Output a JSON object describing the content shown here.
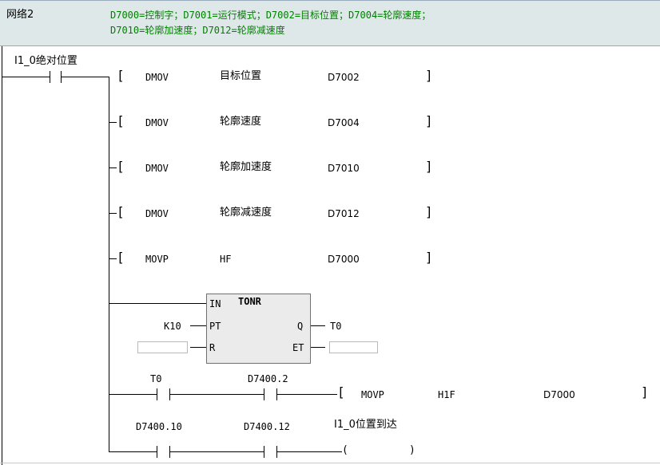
{
  "header": {
    "network_label": "网络2",
    "comment_line1": "D7000=控制字；D7001=运行模式；D7002=目标位置；D7004=轮廓速度；",
    "comment_line2": "D7010=轮廓加速度；D7012=轮廓减速度"
  },
  "rung": {
    "input_contact": "I1_0绝对位置",
    "instructions": [
      {
        "op": "DMOV",
        "src": "目标位置",
        "dst": "D7002"
      },
      {
        "op": "DMOV",
        "src": "轮廓速度",
        "dst": "D7004"
      },
      {
        "op": "DMOV",
        "src": "轮廓加速度",
        "dst": "D7010"
      },
      {
        "op": "DMOV",
        "src": "轮廓减速度",
        "dst": "D7012"
      },
      {
        "op": "MOVP",
        "src": "HF",
        "dst": "D7000"
      }
    ],
    "timer": {
      "type": "TONR",
      "pin_in": "IN",
      "pin_pt": "PT",
      "pin_r": "R",
      "pin_q": "Q",
      "pin_et": "ET",
      "pt_value": "K10",
      "q_output": "T0"
    },
    "branch1": {
      "contact1": "T0",
      "contact2": "D7400.2",
      "op": "MOVP",
      "src": "H1F",
      "dst": "D7000"
    },
    "branch2": {
      "contact1": "D7400.10",
      "contact2": "D7400.12",
      "coil": "I1_0位置到达"
    }
  }
}
